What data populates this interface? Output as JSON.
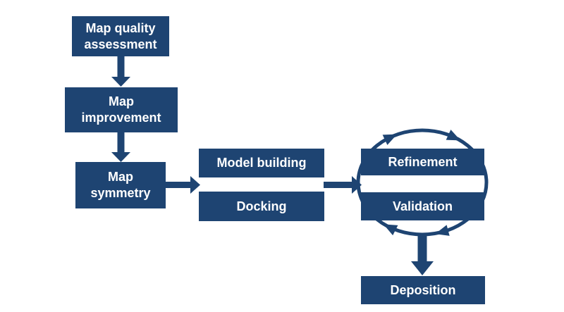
{
  "colors": {
    "node_fill": "#1e4472",
    "node_text": "#ffffff",
    "background": "#ffffff"
  },
  "flowchart": {
    "nodes": [
      {
        "id": "map-quality-assessment",
        "lines": [
          "Map quality",
          "assessment"
        ]
      },
      {
        "id": "map-improvement",
        "lines": [
          "Map",
          "improvement"
        ]
      },
      {
        "id": "map-symmetry",
        "lines": [
          "Map",
          "symmetry"
        ]
      },
      {
        "id": "model-building",
        "lines": [
          "Model building"
        ]
      },
      {
        "id": "docking",
        "lines": [
          "Docking"
        ]
      },
      {
        "id": "refinement",
        "lines": [
          "Refinement"
        ]
      },
      {
        "id": "validation",
        "lines": [
          "Validation"
        ]
      },
      {
        "id": "deposition",
        "lines": [
          "Deposition"
        ]
      }
    ],
    "edges": [
      {
        "from": "map-quality-assessment",
        "to": "map-improvement",
        "type": "arrow-down"
      },
      {
        "from": "map-improvement",
        "to": "map-symmetry",
        "type": "arrow-down"
      },
      {
        "from": "map-symmetry",
        "to": "model-building-and-docking",
        "type": "arrow-right"
      },
      {
        "from": "model-building-and-docking",
        "to": "refinement-and-validation",
        "type": "arrow-right"
      },
      {
        "from": "refinement",
        "to": "validation",
        "type": "cycle-clockwise"
      },
      {
        "from": "refinement-and-validation",
        "to": "deposition",
        "type": "arrow-down"
      }
    ]
  }
}
